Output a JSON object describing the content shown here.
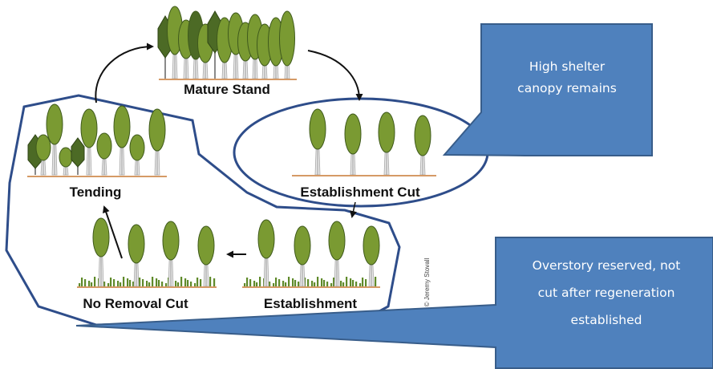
{
  "stages": {
    "mature_stand": "Mature Stand",
    "establishment_cut": "Establishment Cut",
    "establishment": "Establishment",
    "no_removal_cut": "No Removal Cut",
    "tending": "Tending"
  },
  "callouts": {
    "high_shelter": [
      "High shelter",
      "canopy remains"
    ],
    "overstory": [
      "Overstory reserved, not",
      "cut after regeneration",
      "established"
    ]
  },
  "credit": "© Jeremy Stovall",
  "colors": {
    "crown": "#7a9a32",
    "crown_dark": "#4c6a25",
    "trunk": "#e8e8e8",
    "ground": "#d59a66",
    "outline": "#2e4d8a",
    "callout_fill": "#4f81bd",
    "callout_stroke": "#385d8a",
    "seedlings": "#5f8a2a"
  }
}
